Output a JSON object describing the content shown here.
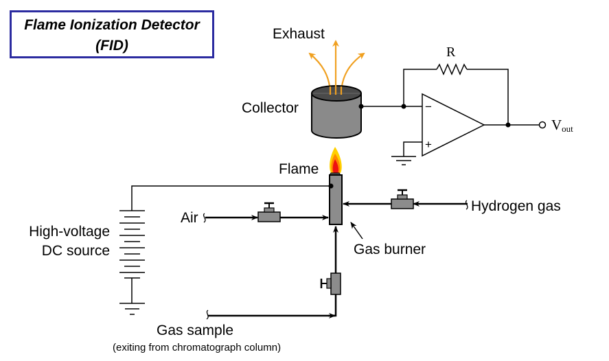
{
  "title": {
    "line1": "Flame Ionization Detector",
    "line2": "(FID)",
    "border_color": "#2b2ba0"
  },
  "labels": {
    "exhaust": "Exhaust",
    "collector": "Collector",
    "resistor": "R",
    "vout_main": "V",
    "vout_sub": "out",
    "opamp_minus": "−",
    "opamp_plus": "+",
    "flame": "Flame",
    "air": "Air",
    "hydrogen": "Hydrogen gas",
    "gas_burner": "Gas burner",
    "hv_line1": "High-voltage",
    "hv_line2": "DC source",
    "gas_sample": "Gas sample",
    "gas_sample_note": "(exiting from chromatograph column)"
  },
  "colors": {
    "exhaust_arrows": "#f0a020",
    "collector_body": "#8a8a8a",
    "collector_top": "#4a4a4a",
    "burner": "#8c8c8c",
    "valve": "#8c8c8c",
    "flame_outer": "#ffd000",
    "flame_mid": "#ff8800",
    "flame_inner": "#ee1111"
  },
  "components": [
    {
      "name": "collector",
      "type": "cylinder-electrode"
    },
    {
      "name": "op-amp",
      "type": "inverting-transimpedance-amplifier"
    },
    {
      "name": "feedback-resistor",
      "type": "resistor"
    },
    {
      "name": "gas-burner",
      "type": "burner-jet"
    },
    {
      "name": "air-valve",
      "type": "needle-valve"
    },
    {
      "name": "hydrogen-valve",
      "type": "needle-valve"
    },
    {
      "name": "sample-valve",
      "type": "needle-valve"
    },
    {
      "name": "hv-source",
      "type": "battery"
    },
    {
      "name": "ground-hv",
      "type": "ground"
    },
    {
      "name": "ground-opamp",
      "type": "ground"
    }
  ]
}
